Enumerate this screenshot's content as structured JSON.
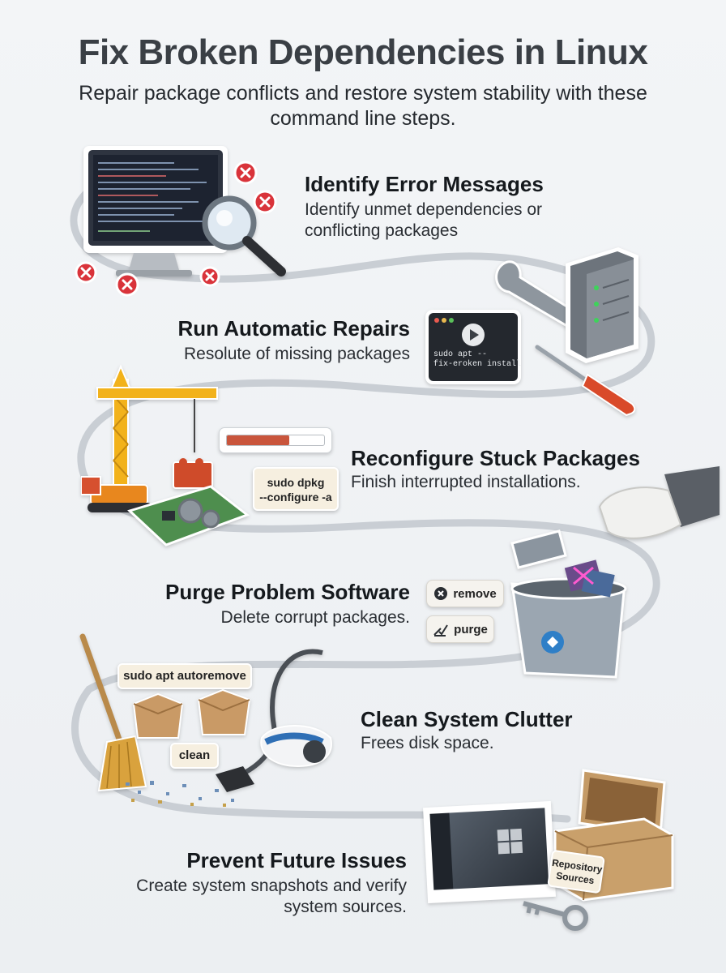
{
  "title": "Fix Broken Dependencies in Linux",
  "subtitle": "Repair package conflicts and restore system stability with these command line steps.",
  "steps": [
    {
      "title": "Identify Error Messages",
      "desc": "Identify unmet dependencies or conflicting packages"
    },
    {
      "title": "Run Automatic Repairs",
      "desc": "Resolute of missing packages"
    },
    {
      "title": "Reconfigure Stuck Packages",
      "desc": "Finish interrupted installations."
    },
    {
      "title": "Purge Problem Software",
      "desc": "Delete corrupt packages."
    },
    {
      "title": "Clean System Clutter",
      "desc": "Frees disk space."
    },
    {
      "title": "Prevent Future Issues",
      "desc": "Create system snapshots and verify system sources."
    }
  ],
  "labels": {
    "apt_fix": "sudo apt --\nfix-eroken install",
    "dpkg_configure": "sudo dpkg\n--configure -a",
    "remove": "remove",
    "purge": "purge",
    "autoremove": "sudo apt autoremove",
    "clean": "clean",
    "repository": "Repository\nSources"
  },
  "colors": {
    "path": "#c9ced4",
    "error_red": "#d9333a",
    "crane_yellow": "#f2b21b",
    "progress_fill": "#c9553c",
    "screwdriver_red": "#d94a2a",
    "trash_body": "#9ba6b1",
    "recycle_blue": "#2f7fc7"
  }
}
